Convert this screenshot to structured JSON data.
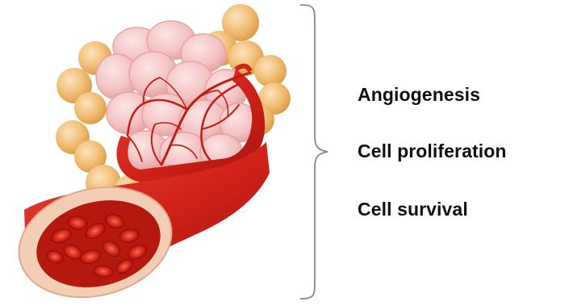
{
  "labels": [
    "Angiogenesis",
    "Cell proliferation",
    "Cell survival"
  ],
  "colors": {
    "adipocyte": "#f0b766",
    "adipocyte_highlight": "#fbe2bd",
    "cell_cluster": "#f4c3c3",
    "cell_cluster_edge": "#e7a2a2",
    "vessel": "#d8261b",
    "vessel_dark": "#a8140f",
    "vessel_wall_cut": "#f2c7aa",
    "blood_cell": "#e12a1a",
    "brace": "#888888",
    "text": "#111111"
  }
}
